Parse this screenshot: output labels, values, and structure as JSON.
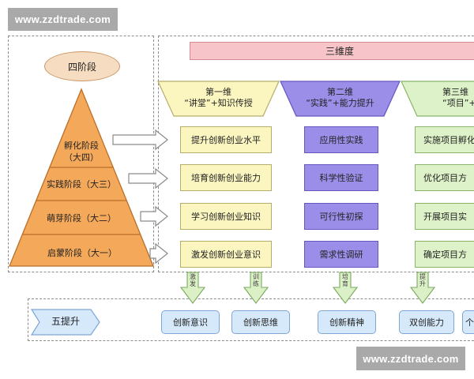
{
  "watermark": {
    "top": "www.zzdtrade.com",
    "bottom": "www.zzdtrade.com"
  },
  "title_bar": "三维度",
  "phases_label": "四阶段",
  "pyramid": [
    {
      "line1": "孵化阶段",
      "line2": "（大四）"
    },
    {
      "line1": "实践阶段（大三）",
      "line2": ""
    },
    {
      "line1": "萌芽阶段（大二）",
      "line2": ""
    },
    {
      "line1": "启蒙阶段（大一）",
      "line2": ""
    }
  ],
  "dimensions": [
    {
      "line1": "第一维",
      "line2": "“讲堂”+知识传授",
      "items": [
        "提升创新创业水平",
        "培育创新创业能力",
        "学习创新创业知识",
        "激发创新创业意识"
      ]
    },
    {
      "line1": "第二维",
      "line2": "“实践”+能力提升",
      "items": [
        "应用性实践",
        "科学性验证",
        "可行性初探",
        "需求性调研"
      ]
    },
    {
      "line1": "第三维",
      "line2": "“项目”+双",
      "items": [
        "实施项目孵化",
        "优化项目方",
        "开展项目实",
        "确定项目方"
      ]
    }
  ],
  "arrow_labels": [
    "激发",
    "训练",
    "培育",
    "提升"
  ],
  "five": {
    "label": "五提升",
    "items": [
      "创新意识",
      "创新思维",
      "创新精神",
      "双创能力",
      "个"
    ]
  },
  "colors": {
    "pyramid": "#f4a85a",
    "yellow": "#fbf5c0",
    "purple": "#9a8ee8",
    "green": "#ddf2c8",
    "pink": "#f7c5c9",
    "blue": "#d6e9fb"
  }
}
